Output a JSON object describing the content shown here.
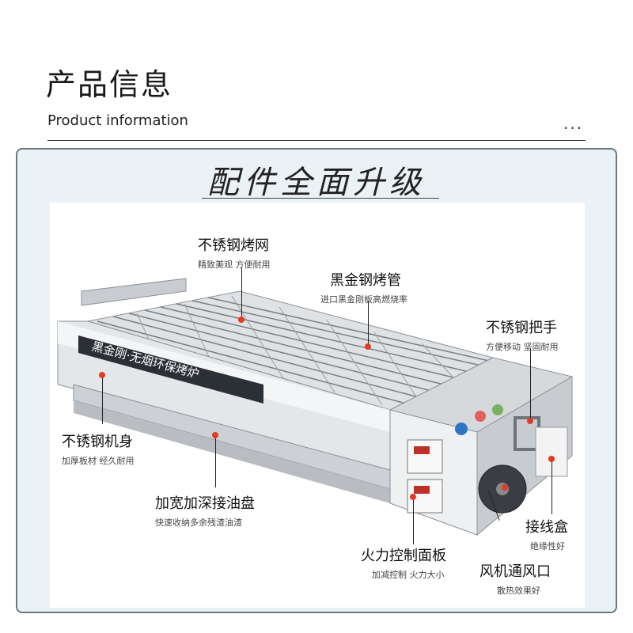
{
  "header": {
    "title": "产品信息",
    "subtitle": "Product information",
    "dots": "..."
  },
  "banner": {
    "text": "配件全面升级"
  },
  "product": {
    "brand_text": "黑金刚·无烟环保烤炉"
  },
  "callouts": [
    {
      "title": "不锈钢烤网",
      "desc": "精致美观 方便耐用"
    },
    {
      "title": "黑金钢烤管",
      "desc": "进口黑金刚板高燃烧率"
    },
    {
      "title": "不锈钢把手",
      "desc": "方便移动 坚固耐用"
    },
    {
      "title": "不锈钢机身",
      "desc": "加厚板材 经久耐用"
    },
    {
      "title": "加宽加深接油盘",
      "desc": "快速收纳多余残渣油渣"
    },
    {
      "title": "接线盒",
      "desc": "绝缘性好"
    },
    {
      "title": "火力控制面板",
      "desc": "加减控制 火力大小"
    },
    {
      "title": "风机通风口",
      "desc": "散热效果好"
    }
  ],
  "colors": {
    "accent_dot": "#e23b22",
    "frame": "#6b7a80",
    "frame_bg": "#eaf2f5"
  }
}
